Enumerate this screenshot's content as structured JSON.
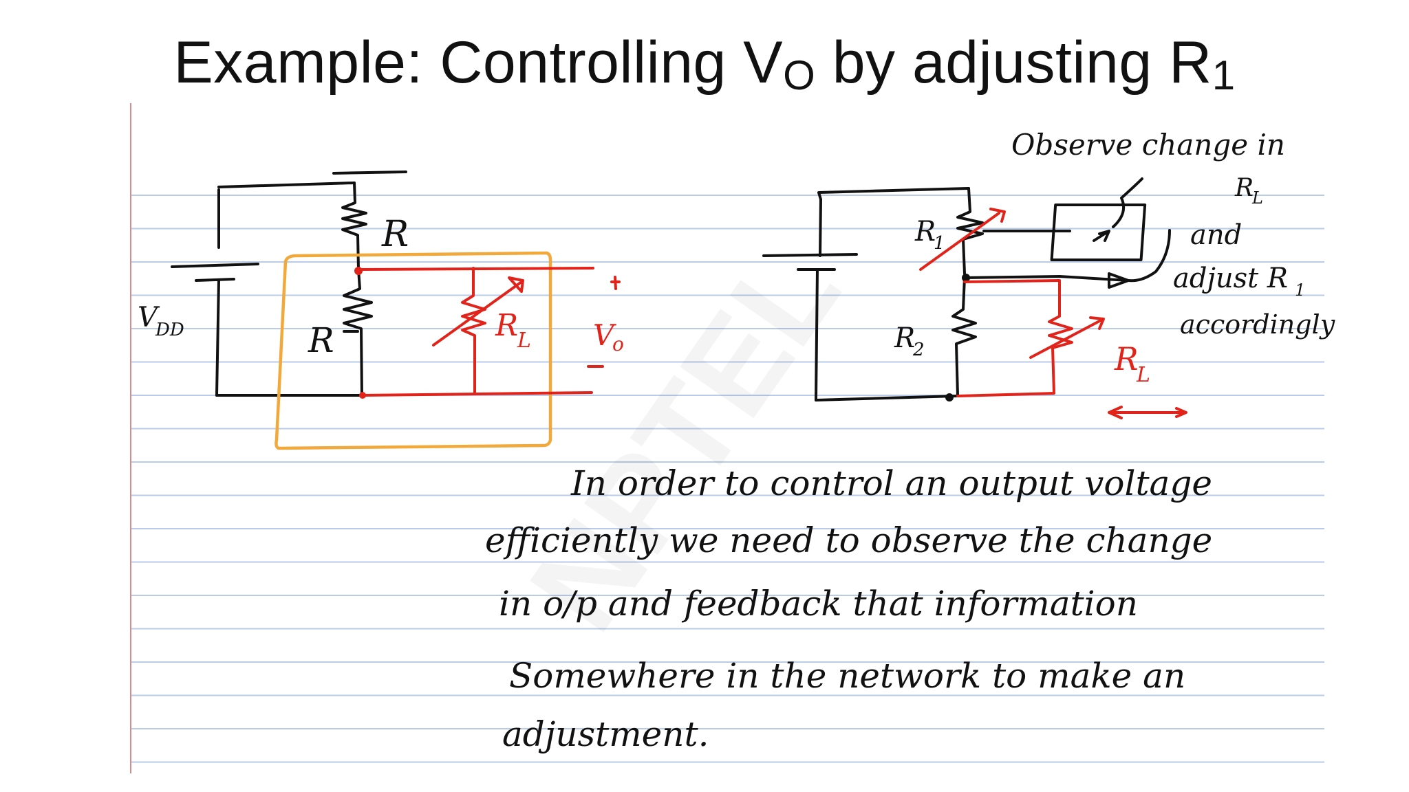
{
  "slide": {
    "title_main": "Example: Controlling V",
    "title_sub_o": "O",
    "title_mid": " by adjusting R",
    "title_sub_1": "1",
    "watermark": "NPTEL"
  },
  "left_circuit": {
    "vdd_label": "V",
    "vdd_sub": "DD",
    "r_top": "R",
    "r_bottom": "R",
    "rl_label": "R",
    "rl_sub": "L",
    "vo_label": "V",
    "vo_sub": "o",
    "plus": "+",
    "minus": "—"
  },
  "right_circuit": {
    "r1_label": "R",
    "r1_sub": "1",
    "r2_label": "R",
    "r2_sub": "2",
    "rl_label": "R",
    "rl_sub": "L"
  },
  "note_top_right": {
    "line1": "Observe change in",
    "line2": "R",
    "line2_sub": "L",
    "line3": "and",
    "line4": "adjust R",
    "line4_sub": "1",
    "line5": "accordingly"
  },
  "paragraph": {
    "line1": "In order to control an output voltage",
    "line2": "efficiently we need to observe the change",
    "line3": "in o/p and feedback that information",
    "line4": "Somewhere in the network to make an",
    "line5": "adjustment."
  },
  "colors": {
    "ink": "#111111",
    "red_ink": "#e2231a",
    "orange_box": "#f2a93b",
    "ruled_line": "#b9cbe8",
    "margin_line": "#d98a8a"
  }
}
